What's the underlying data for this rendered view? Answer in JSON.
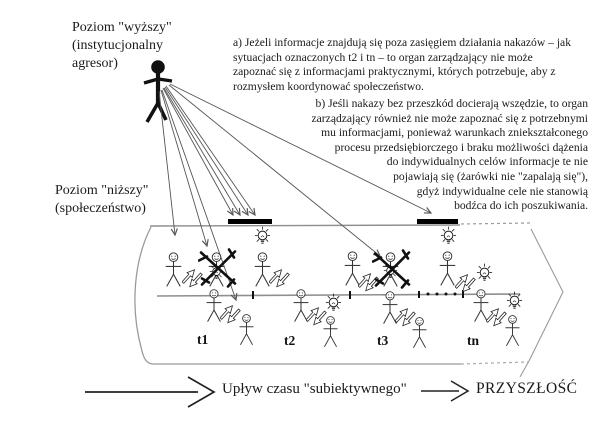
{
  "labels": {
    "upper_level": "Poziom \"wyższy\"\n(instytucjonalny\nagresor)",
    "lower_level": "Poziom \"niższy\"\n(społeczeństwo)"
  },
  "annotations": {
    "para_a": "a) Jeżeli informacje znajdują się poza zasięgiem działania nakazów – jak\nsytuacjach oznaczonych t2 i tn – to organ zarządzający nie może\nzapoznać się z informacjami praktycznymi, których potrzebuje, aby z\nrozmysłem koordynować społeczeństwo.",
    "para_b": "b) Jeśli nakazy bez przeszkód docierają wszędzie, to organ\nzarządzający również nie może zapoznać się z potrzebnymi\nmu informacjami, ponieważ warunkach zniekształconego\nprocesu przedsiębiorczego i braku możliwości dążenia\ndo indywidualnych celów informacje te nie\npojawiają się (żarówki nie \"zapalają się\"),\ngdyż indywidualne cele nie stanowią\nbodźca do ich poszukiwania."
  },
  "timeline": {
    "time_labels": [
      "t1",
      "t2",
      "t3",
      "tn"
    ],
    "flow_label": "Upływ czasu \"subiektywnego\"",
    "future_label": "PRZYSZŁOŚĆ"
  },
  "icons": {
    "authority": "filled-stick-figure-icon",
    "person": "smiley-stick-figure-icon",
    "lightbulb": "shining-lightbulb-icon",
    "exchange": "two-way-exchange-arrows-icon",
    "blocked": "crossed-out-x-icon",
    "command_bar": "black-command-bar",
    "flow_arrow": "open-chevron-arrow-icon"
  },
  "colors": {
    "ink": "#1a1a1a",
    "diagram_line_gray": "#8f8f8f",
    "fan_line_gray": "#555555",
    "bar_black": "#000000",
    "background": "#ffffff"
  },
  "society": {
    "periods": [
      {
        "label": "t1",
        "upper_icons": [
          "person",
          "exchange",
          "blocked-lightbulb-person"
        ],
        "lower_icons": [
          "person",
          "exchange",
          "person"
        ]
      },
      {
        "label": "t2",
        "upper_icons": [
          "lightbulb",
          "person",
          "exchange"
        ],
        "lower_icons": [
          "person",
          "exchange",
          "lightbulb",
          "person"
        ]
      },
      {
        "label": "t3",
        "upper_icons": [
          "person",
          "exchange",
          "blocked-lightbulb-person"
        ],
        "lower_icons": [
          "person",
          "exchange",
          "person"
        ]
      },
      {
        "label": "tn",
        "upper_icons": [
          "lightbulb",
          "person",
          "exchange",
          "lightbulb"
        ],
        "lower_icons": [
          "person",
          "exchange",
          "lightbulb",
          "person"
        ]
      }
    ]
  }
}
